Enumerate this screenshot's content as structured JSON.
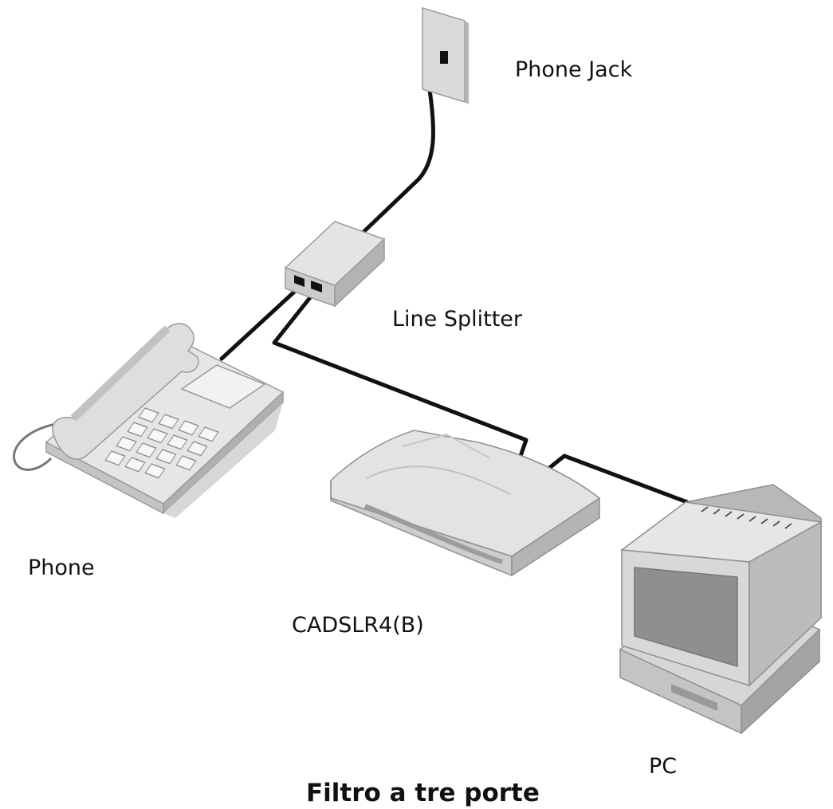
{
  "labels": {
    "phone_jack": "Phone Jack",
    "line_splitter": "Line Splitter",
    "phone": "Phone",
    "modem": "CADSLR4(B)",
    "pc": "PC"
  },
  "caption": "Filtro a tre porte",
  "colors": {
    "background": "#ffffff",
    "cable": "#111111",
    "device_light": "#e6e6e6",
    "device_mid": "#cfcfcf",
    "device_dark": "#a9a9a9",
    "screen": "#8f8f8f"
  },
  "icons": [
    "wall-jack-icon",
    "line-splitter-icon",
    "telephone-icon",
    "modem-icon",
    "computer-icon"
  ]
}
